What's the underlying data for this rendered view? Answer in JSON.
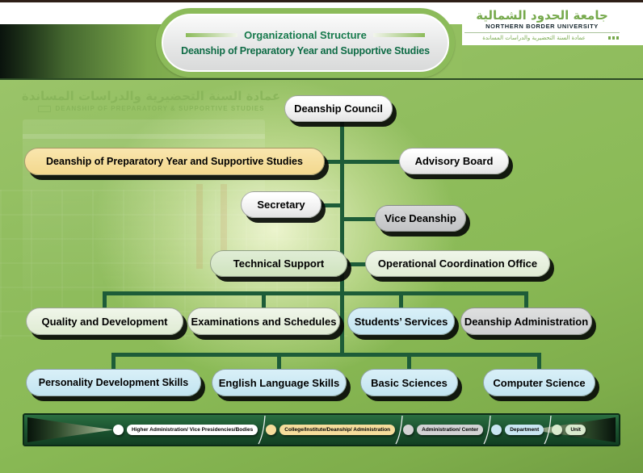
{
  "header": {
    "title_line1": "Organizational Structure",
    "title_line2": "Deanship of Preparatory Year and Supportive Studies"
  },
  "logo": {
    "arabic_title": "جامعة الحدود الشمالية",
    "english_title": "NORTHERN BORDER UNIVERSITY",
    "arabic_subtitle": "عمادة السنة التحضيرية والدراسات المساندة"
  },
  "watermark": {
    "arabic": "عمادة السنة التحضيرية والدراسات المساندة",
    "english": "DEANSHIP OF PREPARATORY & SUPPORTIVE STUDIES"
  },
  "chart": {
    "nodes": [
      {
        "label": "Deanship Council",
        "type": "higher-administration"
      },
      {
        "label": "Deanship of Preparatory Year and Supportive Studies",
        "type": "college-institute-deanship"
      },
      {
        "label": "Advisory Board",
        "type": "higher-administration"
      },
      {
        "label": "Secretary",
        "type": "higher-administration"
      },
      {
        "label": "Vice Deanship",
        "type": "administration-center"
      },
      {
        "label": "Technical Support",
        "type": "unit"
      },
      {
        "label": "Operational Coordination Office",
        "type": "unit"
      },
      {
        "label": "Quality and Development",
        "type": "unit"
      },
      {
        "label": "Examinations and Schedules",
        "type": "unit"
      },
      {
        "label": "Students’ Services",
        "type": "department"
      },
      {
        "label": "Deanship Administration",
        "type": "administration-center"
      },
      {
        "label": "Personality Development Skills",
        "type": "department"
      },
      {
        "label": "English Language Skills",
        "type": "department"
      },
      {
        "label": "Basic Sciences",
        "type": "department"
      },
      {
        "label": "Computer Science",
        "type": "department"
      }
    ]
  },
  "legend": {
    "items": [
      {
        "label": "Higher Administration/ Vice Presidencies/Bodies",
        "color": "#FFFFFF"
      },
      {
        "label": "College/Institute/Deanship/ Administration",
        "color": "#F6DD9C"
      },
      {
        "label": "Administration/ Center",
        "color": "#D2D3D4"
      },
      {
        "label": "Department",
        "color": "#C9E6F2"
      },
      {
        "label": "Unit",
        "color": "#D9EACE"
      }
    ]
  },
  "colors": {
    "connector": "#1D5C38",
    "capsule_border": "#8CBB5A",
    "header_text": "#177A4C",
    "legend_bar": "#1C5531",
    "background": "#8CBA58"
  }
}
